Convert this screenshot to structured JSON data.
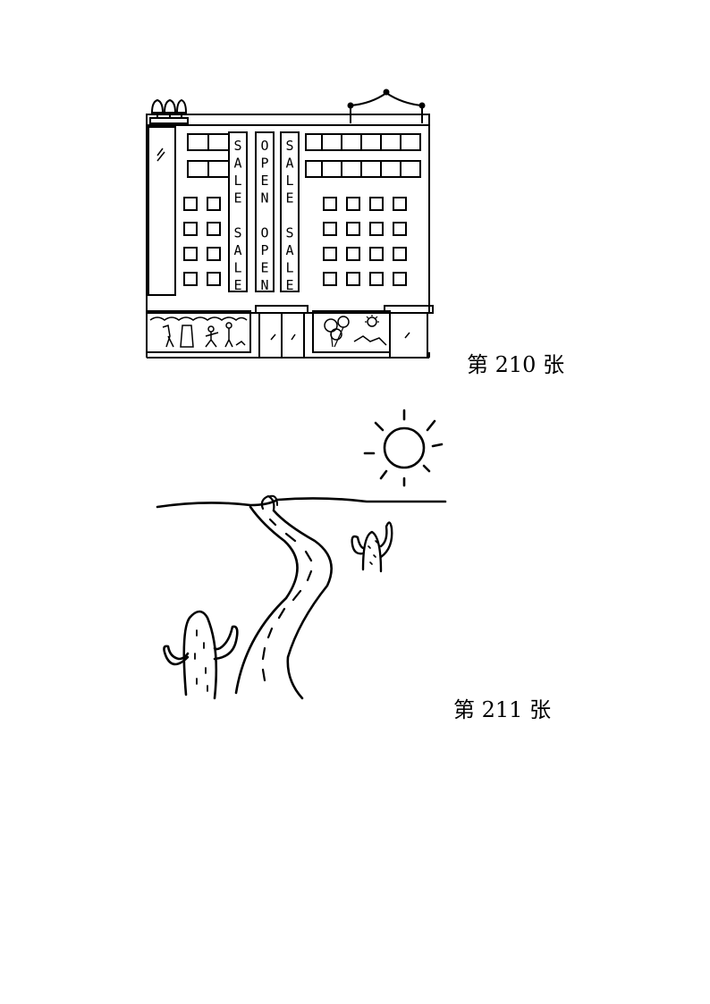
{
  "figures": [
    {
      "id": "building",
      "caption": "第 210 张",
      "signs": {
        "left": "SALE SALE",
        "middle": "OPEN OPEN",
        "right": "SALE SALE"
      }
    },
    {
      "id": "desert",
      "caption": "第 211 张"
    }
  ],
  "icons": {
    "building": "store-building-drawing",
    "desert": "desert-road-cactus-sun-drawing"
  }
}
